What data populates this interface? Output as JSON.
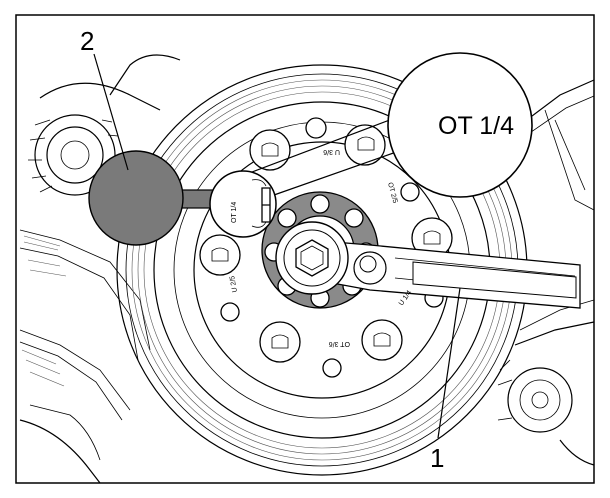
{
  "callouts": {
    "tool": "1",
    "adapter": "2"
  },
  "marks": {
    "ot14": "OT 1/4",
    "u36": "U 3/6",
    "ot25": "OT 2/5",
    "u14": "U 1/4",
    "u25": "U 2/5",
    "ot36": "OT 3/6"
  },
  "magnified_mark": "OT 1/4",
  "colors": {
    "line": "#000000",
    "adapter_fill": "#7a7a7a",
    "hub_fill": "#8a8a8a",
    "background": "#ffffff"
  }
}
